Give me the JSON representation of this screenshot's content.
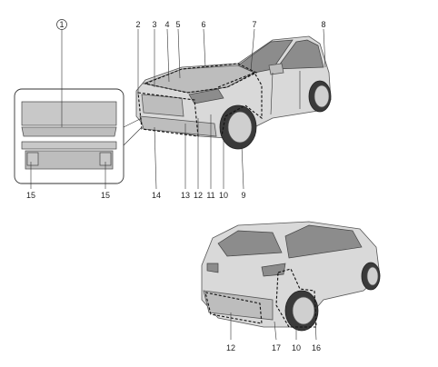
{
  "callouts": {
    "front": [
      {
        "id": "c1",
        "text": "1"
      },
      {
        "id": "c2",
        "text": "2"
      },
      {
        "id": "c3",
        "text": "3"
      },
      {
        "id": "c4",
        "text": "4"
      },
      {
        "id": "c5",
        "text": "5"
      },
      {
        "id": "c6",
        "text": "6"
      },
      {
        "id": "c7",
        "text": "7"
      },
      {
        "id": "c8",
        "text": "8"
      },
      {
        "id": "c9",
        "text": "9"
      },
      {
        "id": "c10",
        "text": "10"
      },
      {
        "id": "c11",
        "text": "11"
      },
      {
        "id": "c12",
        "text": "12"
      },
      {
        "id": "c13",
        "text": "13"
      },
      {
        "id": "c14",
        "text": "14"
      },
      {
        "id": "c15a",
        "text": "15"
      },
      {
        "id": "c15b",
        "text": "15"
      }
    ],
    "rear": [
      {
        "id": "r12",
        "text": "12"
      },
      {
        "id": "r17",
        "text": "17"
      },
      {
        "id": "r10",
        "text": "10"
      },
      {
        "id": "r16",
        "text": "16"
      }
    ]
  }
}
